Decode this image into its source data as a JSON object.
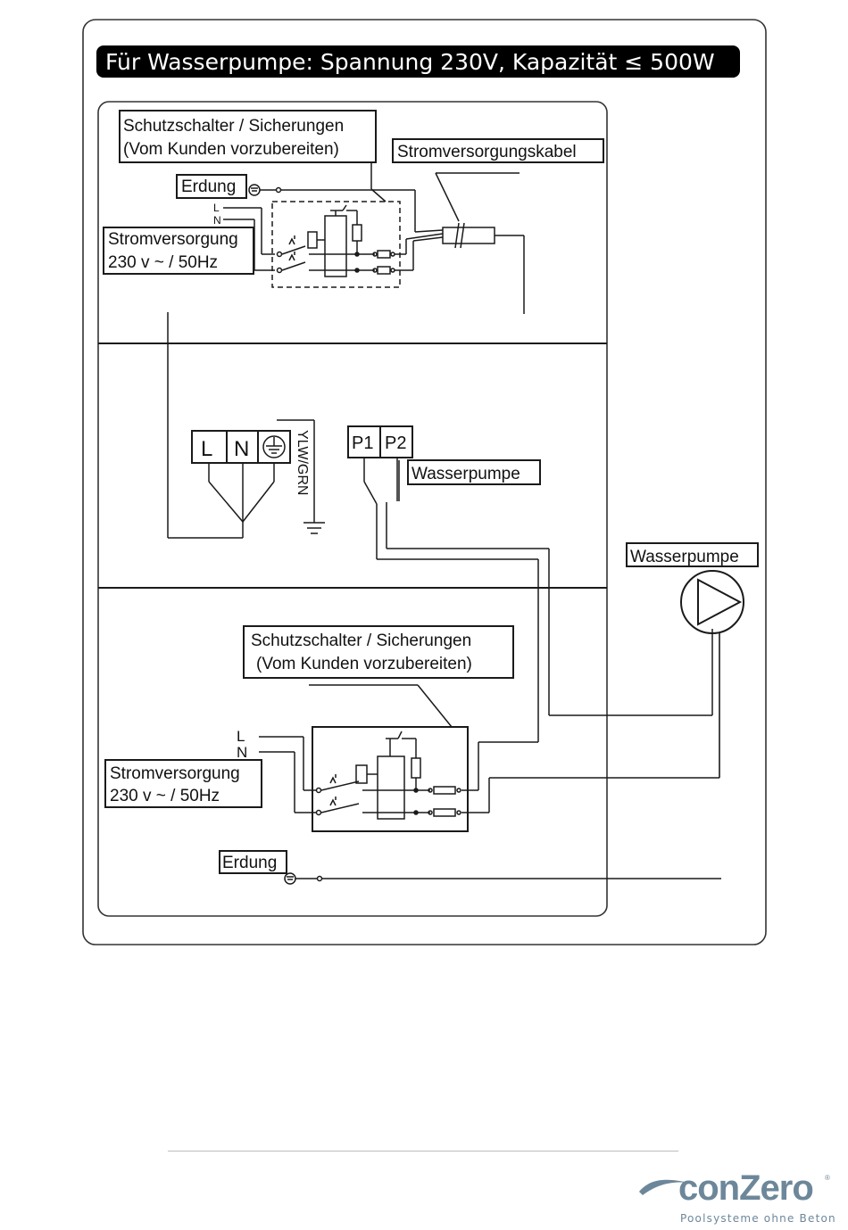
{
  "title": "Für Wasserpumpe: Spannung 230V, Kapazität ≤ 500W",
  "top_section": {
    "breaker_label_1": "Schutzschalter / Sicherungen",
    "breaker_label_2": "(Vom Kunden vorzubereiten)",
    "cable_label": "Stromversorgungskabel",
    "earth_label": "Erdung",
    "l_label": "L",
    "n_label": "N",
    "supply_label_1": "Stromversorgung",
    "supply_label_2": "230 v ~ / 50Hz"
  },
  "middle_section": {
    "terminal_l": "L",
    "terminal_n": "N",
    "ground_wire_label": "YLW/GRN",
    "p1": "P1",
    "p2": "P2",
    "pump_label": "Wasserpumpe"
  },
  "pump_symbol_label": "Wasserpumpe",
  "bottom_section": {
    "breaker_label_1": "Schutzschalter / Sicherungen",
    "breaker_label_2": "(Vom Kunden vorzubereiten)",
    "l_label": "L",
    "n_label": "N",
    "supply_label_1": "Stromversorgung",
    "supply_label_2": "230 v ~ / 50Hz",
    "earth_label": "Erdung"
  },
  "brand": {
    "name": "conZero",
    "registered": "®",
    "tagline": "Poolsysteme ohne Beton"
  },
  "colors": {
    "title_bg": "#000000",
    "line": "#1a1a1a",
    "frame": "#333333",
    "brand": "#6d879a"
  }
}
